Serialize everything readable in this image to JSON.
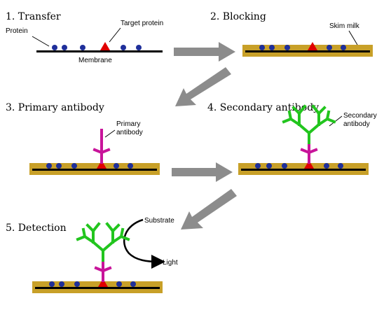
{
  "steps": {
    "s1": "1. Transfer",
    "s2": "2. Blocking",
    "s3": "3. Primary antibody",
    "s4": "4. Secondary antibody",
    "s5": "5. Detection"
  },
  "labels": {
    "protein": "Protein",
    "target_protein": "Target protein",
    "membrane": "Membrane",
    "skim_milk": "Skim milk",
    "primary_1": "Primary",
    "primary_2": "antibody",
    "secondary_1": "Secondary",
    "secondary_2": "antibody",
    "substrate": "Substrate",
    "light": "Light"
  },
  "colors": {
    "membrane": "#000000",
    "blocking_layer": "#c8a028",
    "protein": "#1f2f9a",
    "target_protein": "#e00000",
    "primary_antibody": "#c8149a",
    "secondary_antibody": "#22c51e",
    "arrow": "#8c8c8c"
  }
}
